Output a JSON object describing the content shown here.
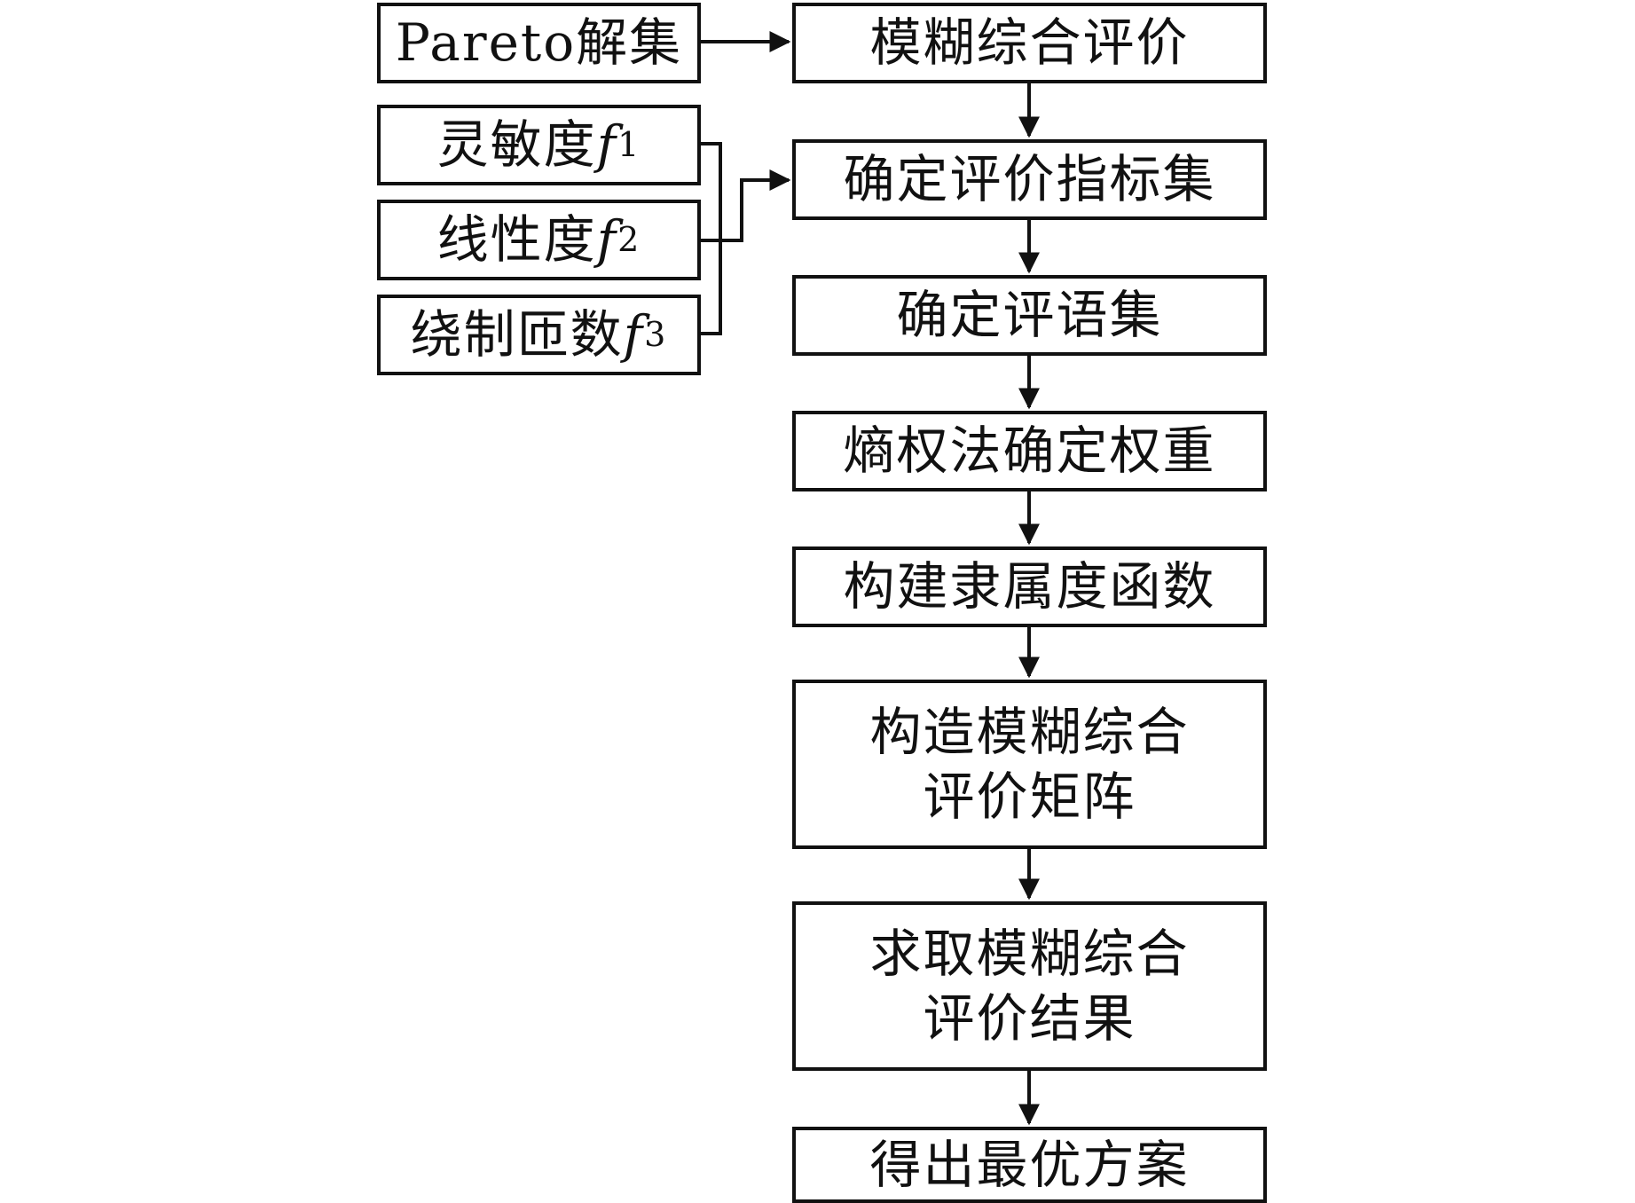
{
  "input": {
    "pareto": "Pareto解集"
  },
  "indicators": [
    {
      "label": "灵敏度",
      "symbol": "f",
      "index": "1"
    },
    {
      "label": "线性度",
      "symbol": "f",
      "index": "2"
    },
    {
      "label": "绕制匝数",
      "symbol": "f",
      "index": "3"
    }
  ],
  "steps": [
    {
      "lines": [
        "模糊综合评价"
      ]
    },
    {
      "lines": [
        "确定评价指标集"
      ]
    },
    {
      "lines": [
        "确定评语集"
      ]
    },
    {
      "lines": [
        "熵权法确定权重"
      ]
    },
    {
      "lines": [
        "构建隶属度函数"
      ]
    },
    {
      "lines": [
        "构造模糊综合",
        "评价矩阵"
      ]
    },
    {
      "lines": [
        "求取模糊综合",
        "评价结果"
      ]
    },
    {
      "lines": [
        "得出最优方案"
      ]
    }
  ],
  "colors": {
    "stroke": "#111111",
    "background": "#ffffff"
  }
}
